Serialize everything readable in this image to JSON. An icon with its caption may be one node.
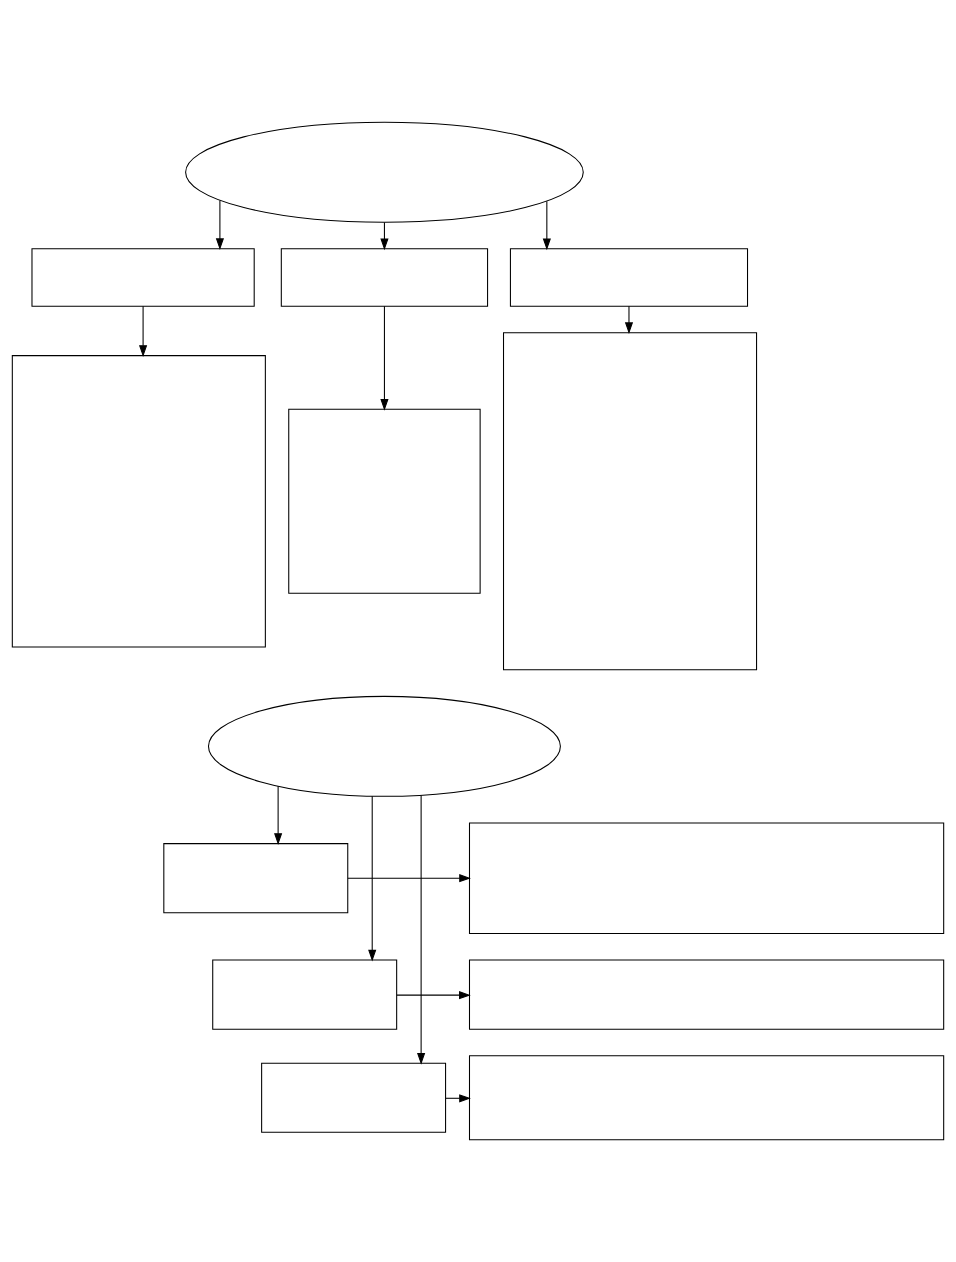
{
  "diagram": {
    "nodes": [
      {
        "text": [],
        "shape": "ellipse"
      },
      {
        "text": [],
        "shape": "box"
      },
      {
        "text": [],
        "shape": "box"
      },
      {
        "text": [],
        "shape": "box"
      },
      {
        "text": [],
        "shape": "box"
      },
      {
        "text": [],
        "shape": "box"
      },
      {
        "text": [],
        "shape": "box"
      },
      {
        "text": [],
        "shape": "ellipse"
      },
      {
        "text": [],
        "shape": "box"
      },
      {
        "text": [],
        "shape": "box"
      },
      {
        "text": [],
        "shape": "box"
      },
      {
        "text": [],
        "shape": "box"
      },
      {
        "text": [],
        "shape": "box"
      },
      {
        "text": [],
        "shape": "box"
      }
    ],
    "edges": [
      {
        "from": 0,
        "to": 1,
        "arrow": "to"
      },
      {
        "from": 0,
        "to": 2,
        "arrow": "to"
      },
      {
        "from": 0,
        "to": 3,
        "arrow": "to"
      },
      {
        "from": 1,
        "to": 4,
        "arrow": "to"
      },
      {
        "from": 2,
        "to": 5,
        "arrow": "to"
      },
      {
        "from": 3,
        "to": 6,
        "arrow": "to"
      },
      {
        "from": 7,
        "to": 8,
        "arrow": "to"
      },
      {
        "from": 7,
        "to": 10,
        "arrow": "to"
      },
      {
        "from": 7,
        "to": 12,
        "arrow": "to"
      },
      {
        "from": 8,
        "to": 9,
        "arrow": "to"
      },
      {
        "from": 10,
        "to": 11,
        "arrow": "to"
      },
      {
        "from": 12,
        "to": 13,
        "arrow": "to"
      }
    ]
  }
}
